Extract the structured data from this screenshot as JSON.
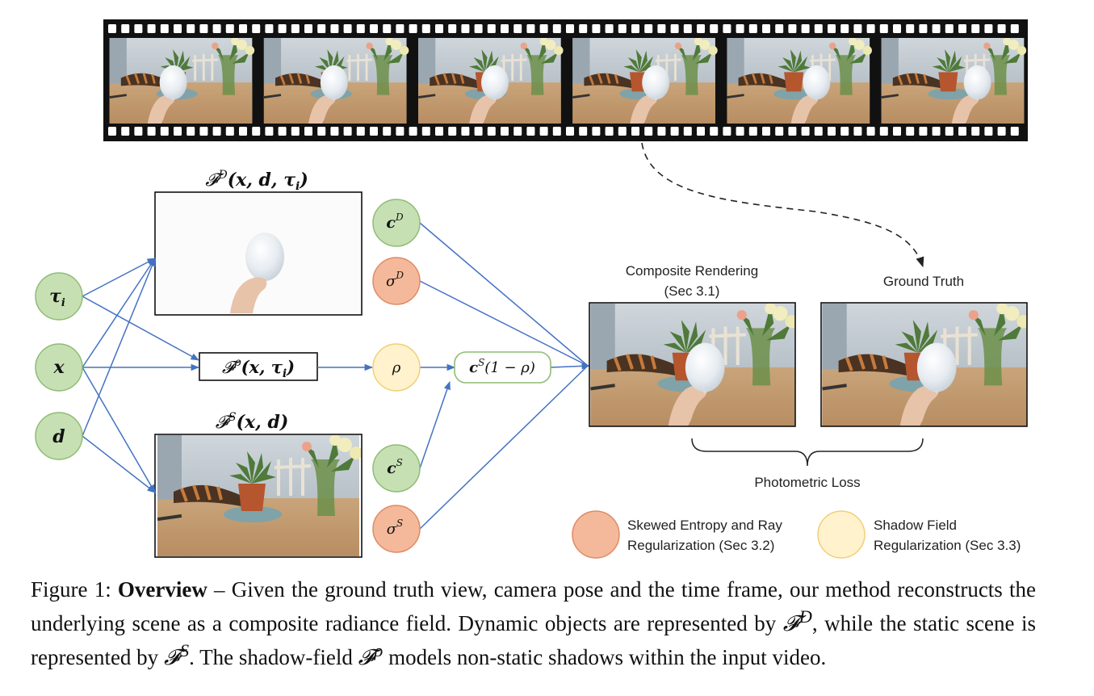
{
  "figure": {
    "math": {
      "FD_label": "𝓕",
      "FD_sup": "D",
      "FD_args": "(x, d, τ",
      "FD_args_sub": "i",
      "FD_args_end": ")",
      "FS_label": "𝓕",
      "FS_sup": "S",
      "FS_args": "(x, d)",
      "Frho_label": "𝓕",
      "Frho_sup": "ρ",
      "Frho_args": "(x, τ",
      "Frho_args_sub": "i",
      "Frho_args_end": ")",
      "cS_rho": "(1 − ρ)"
    },
    "inputs": [
      {
        "symbol": "τ",
        "sub": "i"
      },
      {
        "symbol": "x",
        "sub": ""
      },
      {
        "symbol": "d",
        "sub": ""
      }
    ],
    "outputs": {
      "cD": {
        "symbol": "c",
        "sup": "D"
      },
      "sigmaD": {
        "symbol": "σ",
        "sup": "D"
      },
      "rho": {
        "symbol": "ρ"
      },
      "cS": {
        "symbol": "c",
        "sup": "S"
      },
      "sigmaS": {
        "symbol": "σ",
        "sup": "S"
      }
    },
    "labels": {
      "composite_line1": "Composite Rendering",
      "composite_line2": "(Sec 3.1)",
      "ground_truth": "Ground Truth",
      "photometric_loss": "Photometric Loss",
      "legend_orange_line1": "Skewed Entropy and Ray",
      "legend_orange_line2": "Regularization (Sec 3.2)",
      "legend_yellow_line1": "Shadow Field",
      "legend_yellow_line2": "Regularization (Sec 3.3)"
    },
    "colors": {
      "green_fill": "#c6e0b4",
      "green_stroke": "#8fbc74",
      "orange_fill": "#f4b99a",
      "orange_stroke": "#e08a66",
      "yellow_fill": "#fff2cc",
      "yellow_stroke": "#f0cf7a",
      "arrow": "#4472c4",
      "film": "#111111"
    },
    "film_frame_count": 6
  },
  "caption": {
    "prefix": "Figure 1: ",
    "bold": "Overview",
    "text1": " – Given the ground truth view, camera pose and the time frame, our method reconstructs the underlying scene as a composite radiance field. Dynamic objects are represented by ",
    "fd": "𝓕",
    "fd_sup": "D",
    "text2": ", while the static scene is represented by ",
    "fs": "𝓕",
    "fs_sup": "S",
    "text3": ". The shadow-field ",
    "frho": "𝓕",
    "frho_sup": "ρ",
    "text4": " models non-static shadows within the input video."
  }
}
